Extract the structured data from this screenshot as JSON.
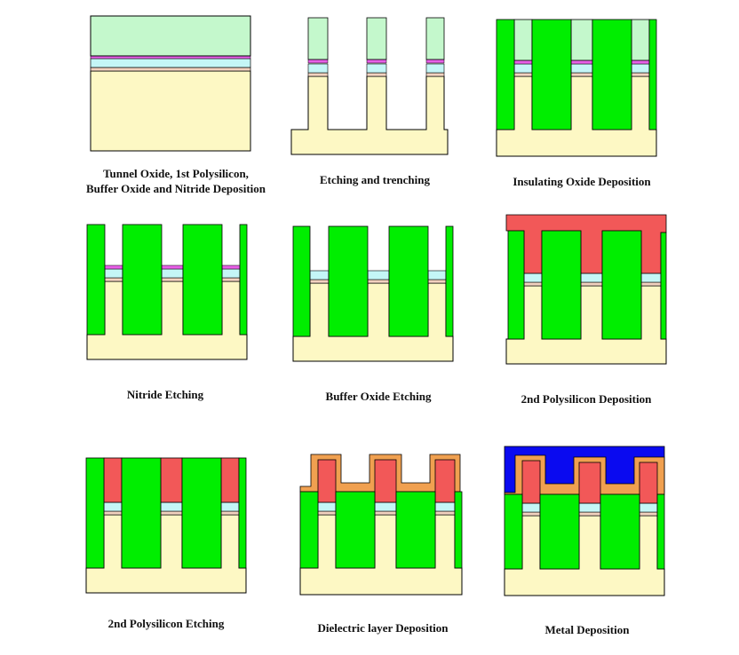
{
  "colors": {
    "substrate": "#fdf8c4",
    "polysilicon1": "#f2d2bf",
    "tunnel_oxide": "#f0c2c2",
    "buffer_oxide": "#c4f6f6",
    "nitride": "#e860e8",
    "insulating_oxide": "#00ee00",
    "mask_top": "#c4f8cc",
    "polysilicon2": "#f25858",
    "dielectric": "#f0a050",
    "metal": "#0a0af0",
    "outline": "#000000"
  },
  "steps": [
    {
      "caption": [
        "Tunnel Oxide, 1st Polysilicon,",
        "Buffer Oxide and Nitride Deposition"
      ]
    },
    {
      "caption": [
        "Etching and trenching"
      ]
    },
    {
      "caption": [
        "Insulating Oxide Deposition"
      ]
    },
    {
      "caption": [
        "Nitride Etching"
      ]
    },
    {
      "caption": [
        "Buffer Oxide Etching"
      ]
    },
    {
      "caption": [
        "2nd Polysilicon Deposition"
      ]
    },
    {
      "caption": [
        "2nd Polysilicon Etching"
      ]
    },
    {
      "caption": [
        "Dielectric layer Deposition"
      ]
    },
    {
      "caption": [
        "Metal Deposition"
      ]
    }
  ]
}
